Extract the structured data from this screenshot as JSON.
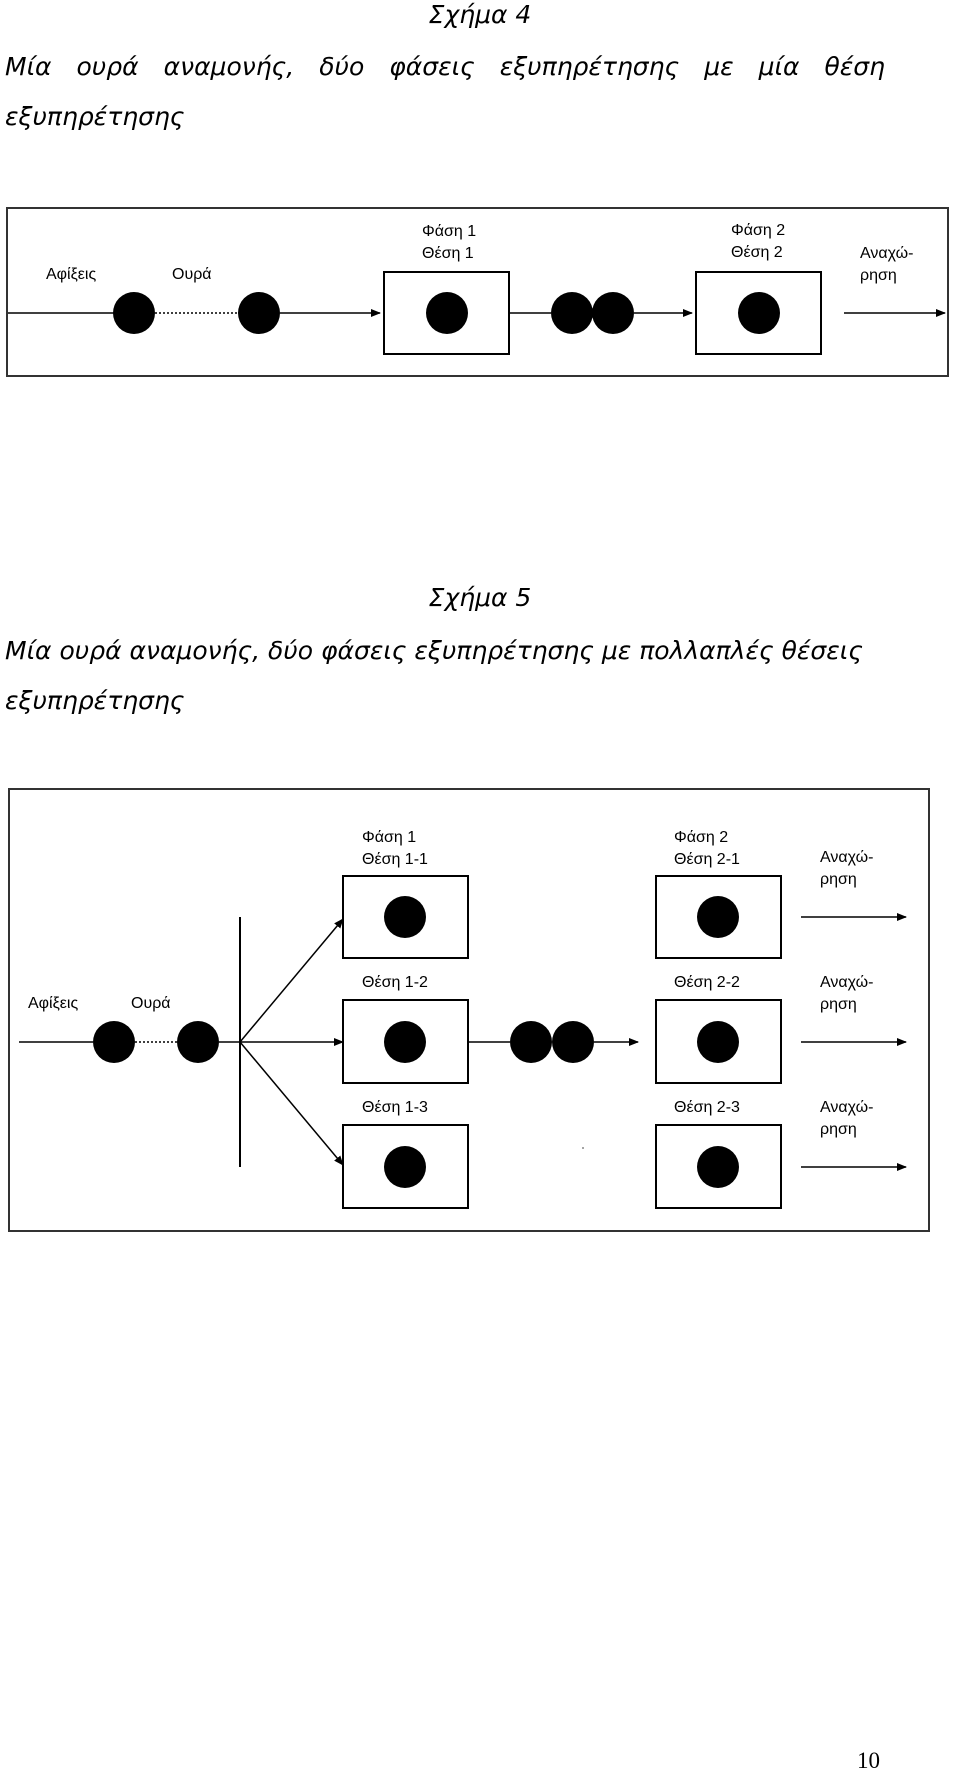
{
  "figure4": {
    "title": "Σχήμα 4",
    "caption_words": [
      "Μία",
      "ουρά",
      "αναμονής,",
      "δύο",
      "φάσεις",
      "εξυπηρέτησης",
      "με",
      "μία",
      "θέση"
    ],
    "caption_line2": "εξυπηρέτησης",
    "labels": {
      "arrivals": "Αφίξεις",
      "queue": "Ουρά",
      "phase1": "Φάση 1",
      "position1": "Θέση 1",
      "phase2": "Φάση 2",
      "position2": "Θέση 2",
      "departure_1": "Αναχώ-",
      "departure_2": "ρηση"
    }
  },
  "figure5": {
    "title": "Σχήμα 5",
    "caption_line1": "Μία ουρά αναμονής, δύο φάσεις εξυπηρέτησης με πολλαπλές θέσεις",
    "caption_line2": "εξυπηρέτησης",
    "labels": {
      "arrivals": "Αφίξεις",
      "queue": "Ουρά",
      "phase1": "Φάση 1",
      "pos_1_1": "Θέση 1-1",
      "pos_1_2": "Θέση 1-2",
      "pos_1_3": "Θέση 1-3",
      "phase2": "Φάση 2",
      "pos_2_1": "Θέση 2-1",
      "pos_2_2": "Θέση 2-2",
      "pos_2_3": "Θέση 2-3",
      "departure_1": "Αναχώ-",
      "departure_2": "ρηση"
    }
  },
  "page_number": "10"
}
